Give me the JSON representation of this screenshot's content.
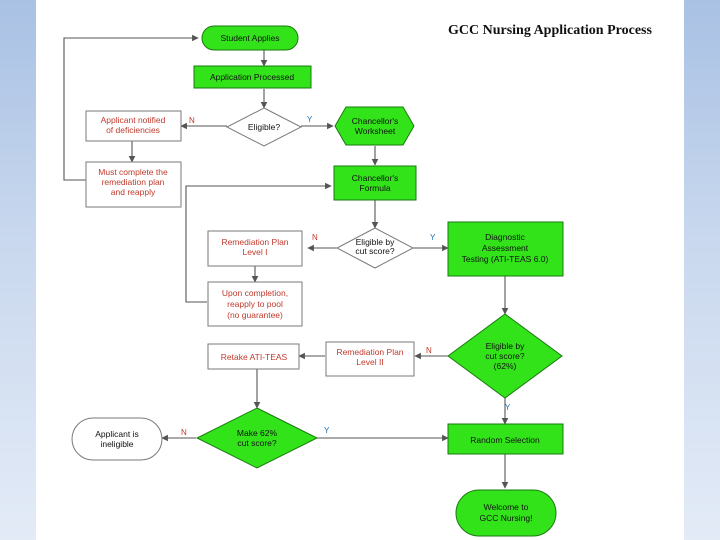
{
  "title": "GCC Nursing Application Process",
  "nodes": {
    "student_applies": [
      "Student Applies"
    ],
    "application_processed": [
      "Application Processed"
    ],
    "eligible": [
      "Eligible?"
    ],
    "chancellors_worksheet": [
      "Chancellor's",
      "Worksheet"
    ],
    "applicant_notified": [
      "Applicant notified",
      "of deficiencies"
    ],
    "must_complete": [
      "Must complete the",
      "remediation plan",
      "and reapply"
    ],
    "chancellors_formula": [
      "Chancellor's",
      "Formula"
    ],
    "eligible_cut_score": [
      "Eligible by",
      "cut score?"
    ],
    "remediation_plan_1": [
      "Remediation Plan",
      "Level I"
    ],
    "diagnostic_testing": [
      "Diagnostic",
      "Assessment",
      "Testing (ATI-TEAS 6.0)"
    ],
    "upon_completion": [
      "Upon completion,",
      "reapply to pool",
      "(no guarantee)"
    ],
    "retake_ati": [
      "Retake ATI-TEAS"
    ],
    "remediation_plan_2": [
      "Remediation Plan",
      "Level II"
    ],
    "eligible_62": [
      "Eligible by",
      "cut score?",
      "(62%)"
    ],
    "applicant_ineligible": [
      "Applicant is",
      "ineligible"
    ],
    "make_62": [
      "Make 62%",
      "cut score?"
    ],
    "random_selection": [
      "Random Selection"
    ],
    "welcome": [
      "Welcome to",
      "GCC Nursing!"
    ]
  },
  "labels": {
    "no": "N",
    "yes": "Y"
  },
  "colors": {
    "decision_fill": "#33e31a",
    "red_text": "#c0392b",
    "yes_label": "#1a6fb3"
  }
}
